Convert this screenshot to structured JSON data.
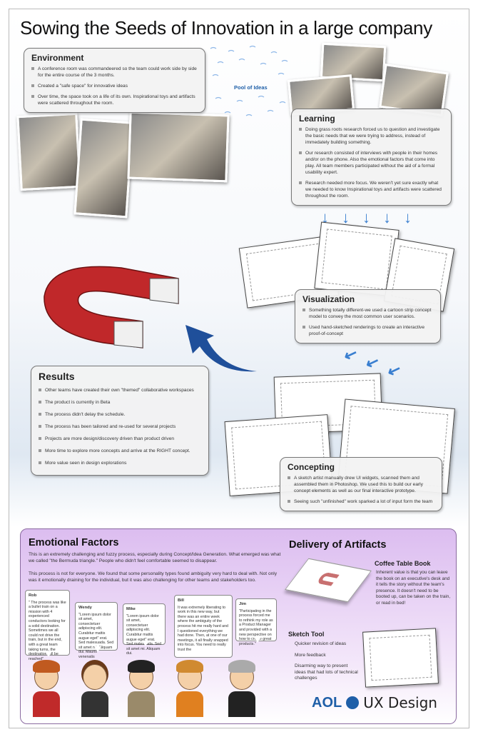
{
  "title": "Sowing the Seeds of Innovation in a large company",
  "pool_label": "Pool of Ideas",
  "environment": {
    "heading": "Environment",
    "items": [
      "A conference room was commandeered so the team could work side by side for the entire course of the 3 months.",
      "Created a \"safe space\"  for innovative ideas",
      "Over time, the space took on a life of its own. Inspirational toys and artifacts were scattered throughout the room."
    ]
  },
  "learning": {
    "heading": "Learning",
    "items": [
      "Doing grass roots research forced us to question and investigate the basic needs that we were trying to address, instead of immedately building something.",
      "Our research consisted of interviews with people in their homes and/or on the phone.  Also the emotional factors that come into play. All team members participated without the aid of a formal usability expert.",
      "Research needed more focus. We weren't yet sure exactly what we needed to know Inspirational toys and artifacts were scattered throughout the room."
    ]
  },
  "visualization": {
    "heading": "Visualization",
    "items": [
      "Something totally different-we used a cartoon strip concept model to convey the most common user scenarios.",
      "Used hand-sketched renderings to create an interactive proof-of-concept"
    ]
  },
  "results": {
    "heading": "Results",
    "items": [
      "Other teams have created their own \"themed\" collaborative workspaces",
      "The product is currently in Beta",
      "The process didn't delay the schedule.",
      "The process has been tailored and re-used for several projects",
      "Projects are more design/discovery driven than product driven",
      "More time to explore more concepts and arrive at the RIGHT concept.",
      "More value seen in design explorations"
    ]
  },
  "concepting": {
    "heading": "Concepting",
    "items": [
      "A sketch artist manually drew UI widgets, scanned them and assembled them in Photoshop. We used this to build our early concept elements as well as our final interactive prototype.",
      "Seeing such \"unfinished\" work sparked a lot of input form the team"
    ]
  },
  "emotional": {
    "heading": "Emotional Factors",
    "p1": "This is an extremely challenging and fuzzy process, especially during Concept/Idea Generation. What emerged was what we called \"the Bermuda triangle.\" People who didn't feel comfortable seemed to disappear.",
    "p2": "This process is not for everyone.  We found that some personality types found ambiguity very hard to deal with. Not only was it emotionally draining for the individual, but it was also challenging for other teams and stakeholders too.",
    "quotes": [
      {
        "name": "Rob",
        "text": "\" The process was like a bullet train on a mission with 4 experienced conductors looking for a solid destination.  Sometimes we all could not drive the train, but in the end, with a great team taking turns, the destination will be reached\""
      },
      {
        "name": "Wendy",
        "text": "\"Lorem ipsum dolor sit amet, consectetuer adipiscing elit. Curabitur mattis augue eget\" erat. Sed malesuada. Sed sit amet mi. Aliquam dui. Mauris venenatis"
      },
      {
        "name": "Mike",
        "text": "\"Lorem ipsum dolor sit amet, consectetuer adipiscing elit. Curabitur mattis augue eget\" erat. Sed malesuada. Sed sit amet mi. Aliquam dui."
      },
      {
        "name": "Bill",
        "text": "It was extremely liberating to work in this new way, but there was an entire week where the ambiguity of the process hit me really hard and I questioned everything we had done.  Then, at one of our meetings, it all finally snapped into focus.  You need to really trust the"
      },
      {
        "name": "Jim",
        "text": "\"Participating in the process forced me to rethink my role as a Product Manager and provided with a new perspective on how to create great products.\""
      }
    ]
  },
  "delivery": {
    "heading": "Delivery of Artifacts",
    "book": {
      "heading": "Coffee Table Book",
      "text": "Inherent value is that you can leave the book on an executive's desk and it tells the story without the team's presence. It doesn't need to be booted up, can be taken on the train, or read in bed!"
    },
    "sketch_tool": {
      "heading": "Sketch Tool",
      "items": [
        "Quicker revision of ideas",
        "More feedback",
        "Disarming way to present ideas that had lots of technical challenges"
      ]
    }
  },
  "logo": {
    "brand": "AOL",
    "text": "UX Design"
  },
  "colors": {
    "accent_blue": "#1f5fa8",
    "arrow_blue": "#3a7fd0",
    "purple": "#dcbdf0",
    "magnet_red": "#c0282a"
  }
}
